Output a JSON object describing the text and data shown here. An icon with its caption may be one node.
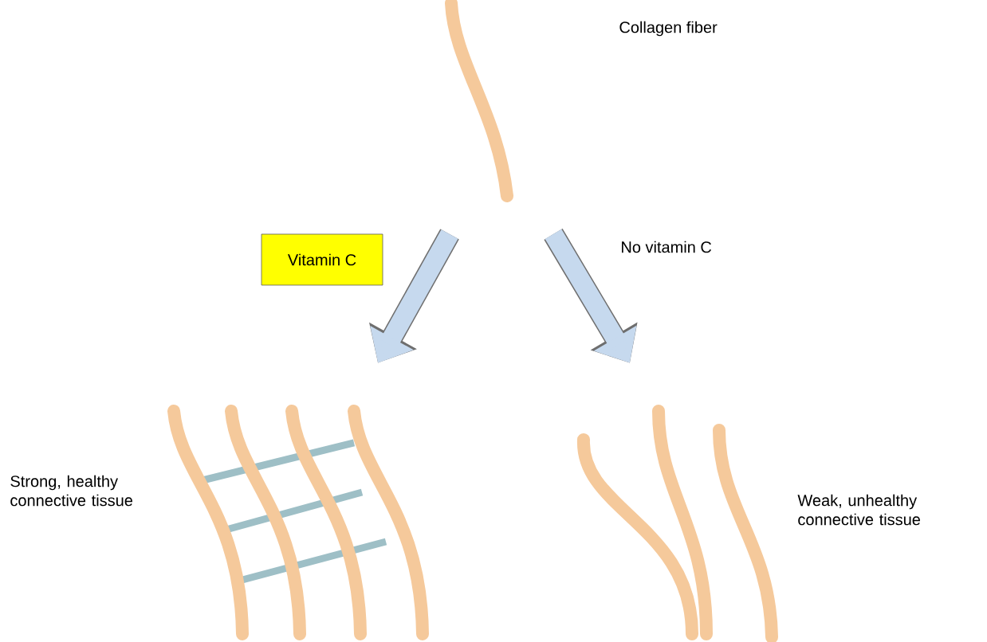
{
  "diagram": {
    "nodes": [
      {
        "text": [],
        "shape": "picture"
      },
      {
        "text": [],
        "shape": "picture",
        "beside": [
          "Strong, healthy connective tissue"
        ]
      },
      {
        "text": [],
        "shape": "picture",
        "beside": [
          "Weak, unhealthy connective tissue"
        ]
      }
    ],
    "edges": [
      {
        "from": null,
        "to": 1,
        "arrow": "to",
        "label": "Vitamin C"
      },
      {
        "from": null,
        "to": 2,
        "arrow": "to",
        "label": "No vitamin C"
      }
    ],
    "labels": [
      "Collagen fiber"
    ]
  }
}
